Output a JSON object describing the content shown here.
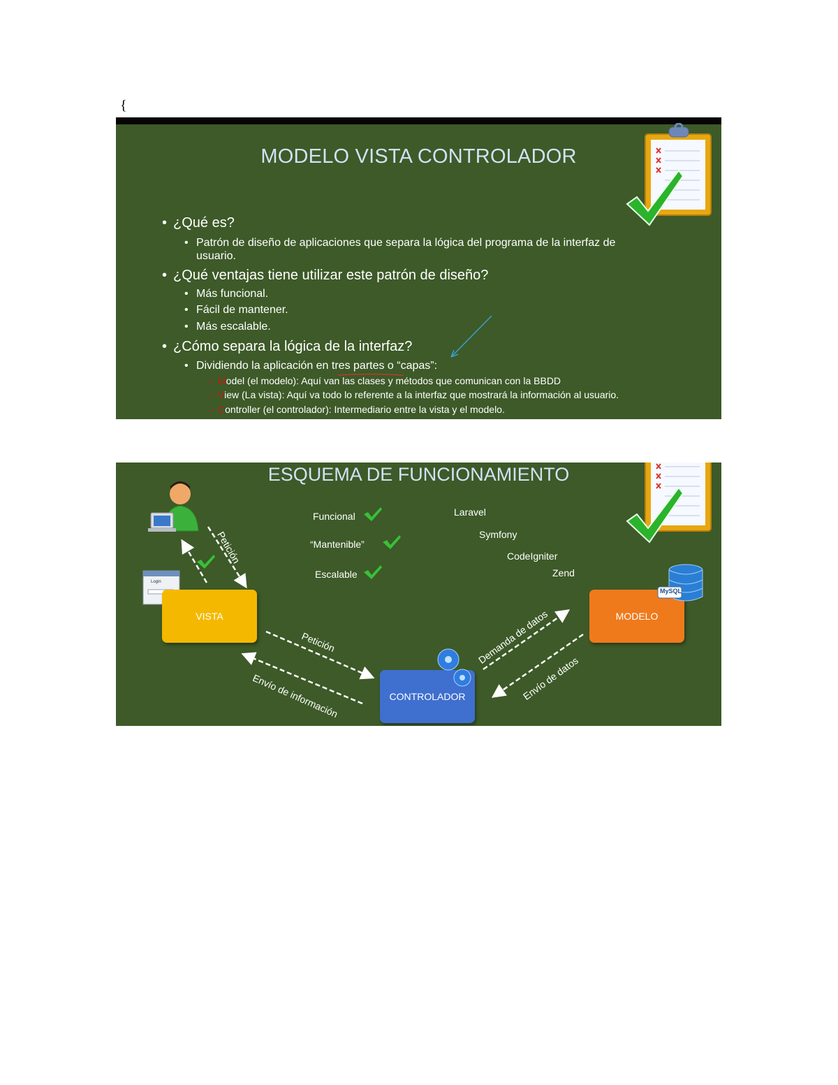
{
  "page": {
    "brace": "{"
  },
  "slide1": {
    "title": "MODELO VISTA CONTROLADOR",
    "q1": "¿Qué es?",
    "a1_line1": "Patrón de diseño de aplicaciones que separa la lógica del programa de la interfaz de",
    "a1_line2": "usuario.",
    "q2": "¿Qué ventajas tiene utilizar este patrón de diseño?",
    "advantages": [
      "Más funcional.",
      "Fácil de mantener.",
      "Más escalable."
    ],
    "q3": "¿Cómo separa la lógica de la interfaz?",
    "a3": "Dividiendo la aplicación en tres partes o “capas”:",
    "layers": [
      {
        "initial": "M",
        "rest": "odel (el modelo): Aquí van las clases y métodos que comunican con la BBDD"
      },
      {
        "initial": "V",
        "rest": "iew (La vista): Aquí va todo lo referente a la interfaz que mostrará la información al usuario."
      },
      {
        "initial": "C",
        "rest": "ontroller (el controlador): Intermediario entre la vista y el modelo."
      }
    ]
  },
  "slide2": {
    "title": "ESQUEMA DE FUNCIONAMIENTO",
    "qualities": [
      "Funcional",
      "“Mantenible”",
      "Escalable"
    ],
    "frameworks": [
      "Laravel",
      "Symfony",
      "CodeIgniter",
      "Zend"
    ],
    "boxes": {
      "vista": "VISTA",
      "controlador": "CONTROLADOR",
      "modelo": "MODELO"
    },
    "arrows": {
      "user_request": "Petición",
      "vista_to_ctrl": "Petición",
      "ctrl_to_vista": "Envío de información",
      "ctrl_to_modelo": "Demanda de datos",
      "modelo_to_ctrl": "Envío de datos"
    },
    "login_window": "Login",
    "db_badge": "MySQL",
    "colors": {
      "vista": "#f5b800",
      "controlador": "#3f6fcf",
      "modelo": "#ef7a1c",
      "background": "#3d5a28"
    }
  }
}
